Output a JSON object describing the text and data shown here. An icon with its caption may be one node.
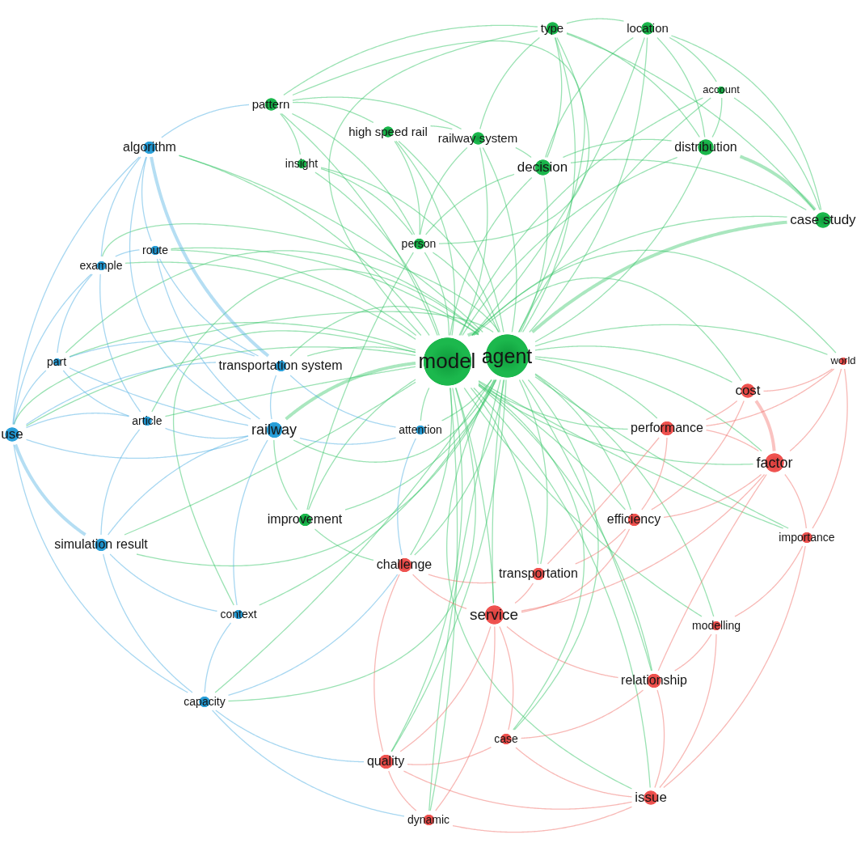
{
  "diagram": {
    "nodes": [
      {
        "text": [
          "type"
        ]
      },
      {
        "text": [
          "location"
        ]
      },
      {
        "text": [
          "account"
        ]
      },
      {
        "text": [
          "pattern"
        ]
      },
      {
        "text": [
          "high speed rail"
        ]
      },
      {
        "text": [
          "railway system"
        ]
      },
      {
        "text": [
          "algorithm"
        ]
      },
      {
        "text": [
          "distribution"
        ]
      },
      {
        "text": [
          "insight"
        ]
      },
      {
        "text": [
          "decision"
        ]
      },
      {
        "text": [
          "case study"
        ]
      },
      {
        "text": [
          "person"
        ]
      },
      {
        "text": [
          "route"
        ]
      },
      {
        "text": [
          "example"
        ]
      },
      {
        "text": [
          "world"
        ]
      },
      {
        "text": [
          "model"
        ]
      },
      {
        "text": [
          "agent"
        ]
      },
      {
        "text": [
          "part"
        ]
      },
      {
        "text": [
          "transportation system"
        ]
      },
      {
        "text": [
          "cost"
        ]
      },
      {
        "text": [
          "article"
        ]
      },
      {
        "text": [
          "railway"
        ]
      },
      {
        "text": [
          "attention"
        ]
      },
      {
        "text": [
          "performance"
        ]
      },
      {
        "text": [
          "use"
        ]
      },
      {
        "text": [
          "factor"
        ]
      },
      {
        "text": [
          "efficiency"
        ]
      },
      {
        "text": [
          "improvement"
        ]
      },
      {
        "text": [
          "importance"
        ]
      },
      {
        "text": [
          "simulation result"
        ]
      },
      {
        "text": [
          "challenge"
        ]
      },
      {
        "text": [
          "transportation"
        ]
      },
      {
        "text": [
          "context"
        ]
      },
      {
        "text": [
          "service"
        ]
      },
      {
        "text": [
          "modelling"
        ]
      },
      {
        "text": [
          "relationship"
        ]
      },
      {
        "text": [
          "capacity"
        ]
      },
      {
        "text": [
          "case"
        ]
      },
      {
        "text": [
          "quality"
        ]
      },
      {
        "text": [
          "issue"
        ]
      },
      {
        "text": [
          "dynamic"
        ]
      }
    ],
    "edges": [
      {
        "from": 15,
        "to": 16,
        "arrow": "none",
        "style": "thick"
      },
      {
        "from": 15,
        "to": 0,
        "arrow": "none"
      },
      {
        "from": 15,
        "to": 1,
        "arrow": "none"
      },
      {
        "from": 15,
        "to": 2,
        "arrow": "none"
      },
      {
        "from": 15,
        "to": 3,
        "arrow": "none"
      },
      {
        "from": 15,
        "to": 4,
        "arrow": "none"
      },
      {
        "from": 15,
        "to": 5,
        "arrow": "none"
      },
      {
        "from": 15,
        "to": 6,
        "arrow": "none"
      },
      {
        "from": 15,
        "to": 7,
        "arrow": "none"
      },
      {
        "from": 15,
        "to": 8,
        "arrow": "none"
      },
      {
        "from": 15,
        "to": 9,
        "arrow": "none"
      },
      {
        "from": 15,
        "to": 10,
        "arrow": "none"
      },
      {
        "from": 15,
        "to": 11,
        "arrow": "none"
      },
      {
        "from": 15,
        "to": 12,
        "arrow": "none"
      },
      {
        "from": 15,
        "to": 13,
        "arrow": "none"
      },
      {
        "from": 15,
        "to": 14,
        "arrow": "none"
      },
      {
        "from": 15,
        "to": 17,
        "arrow": "none"
      },
      {
        "from": 15,
        "to": 18,
        "arrow": "none"
      },
      {
        "from": 15,
        "to": 19,
        "arrow": "none"
      },
      {
        "from": 15,
        "to": 20,
        "arrow": "none"
      },
      {
        "from": 15,
        "to": 21,
        "arrow": "none",
        "style": "thick"
      },
      {
        "from": 15,
        "to": 22,
        "arrow": "none"
      },
      {
        "from": 15,
        "to": 23,
        "arrow": "none"
      },
      {
        "from": 15,
        "to": 24,
        "arrow": "none"
      },
      {
        "from": 15,
        "to": 25,
        "arrow": "none"
      },
      {
        "from": 15,
        "to": 26,
        "arrow": "none"
      },
      {
        "from": 15,
        "to": 27,
        "arrow": "none"
      },
      {
        "from": 15,
        "to": 28,
        "arrow": "none"
      },
      {
        "from": 15,
        "to": 29,
        "arrow": "none"
      },
      {
        "from": 15,
        "to": 30,
        "arrow": "none"
      },
      {
        "from": 15,
        "to": 31,
        "arrow": "none"
      },
      {
        "from": 15,
        "to": 32,
        "arrow": "none"
      },
      {
        "from": 15,
        "to": 33,
        "arrow": "none"
      },
      {
        "from": 15,
        "to": 34,
        "arrow": "none"
      },
      {
        "from": 15,
        "to": 35,
        "arrow": "none"
      },
      {
        "from": 15,
        "to": 36,
        "arrow": "none"
      },
      {
        "from": 15,
        "to": 37,
        "arrow": "none"
      },
      {
        "from": 15,
        "to": 38,
        "arrow": "none"
      },
      {
        "from": 15,
        "to": 39,
        "arrow": "none"
      },
      {
        "from": 15,
        "to": 40,
        "arrow": "none"
      },
      {
        "from": 16,
        "to": 0,
        "arrow": "none"
      },
      {
        "from": 16,
        "to": 1,
        "arrow": "none"
      },
      {
        "from": 16,
        "to": 2,
        "arrow": "none"
      },
      {
        "from": 16,
        "to": 3,
        "arrow": "none"
      },
      {
        "from": 16,
        "to": 4,
        "arrow": "none"
      },
      {
        "from": 16,
        "to": 5,
        "arrow": "none"
      },
      {
        "from": 16,
        "to": 6,
        "arrow": "none"
      },
      {
        "from": 16,
        "to": 7,
        "arrow": "none"
      },
      {
        "from": 16,
        "to": 8,
        "arrow": "none"
      },
      {
        "from": 16,
        "to": 9,
        "arrow": "none"
      },
      {
        "from": 16,
        "to": 10,
        "arrow": "none",
        "style": "thick"
      },
      {
        "from": 16,
        "to": 11,
        "arrow": "none"
      },
      {
        "from": 16,
        "to": 12,
        "arrow": "none"
      },
      {
        "from": 16,
        "to": 13,
        "arrow": "none"
      },
      {
        "from": 16,
        "to": 14,
        "arrow": "none"
      },
      {
        "from": 16,
        "to": 17,
        "arrow": "none"
      },
      {
        "from": 16,
        "to": 18,
        "arrow": "none"
      },
      {
        "from": 16,
        "to": 19,
        "arrow": "none"
      },
      {
        "from": 16,
        "to": 20,
        "arrow": "none"
      },
      {
        "from": 16,
        "to": 21,
        "arrow": "none"
      },
      {
        "from": 16,
        "to": 22,
        "arrow": "none"
      },
      {
        "from": 16,
        "to": 23,
        "arrow": "none"
      },
      {
        "from": 16,
        "to": 24,
        "arrow": "none"
      },
      {
        "from": 16,
        "to": 25,
        "arrow": "none"
      },
      {
        "from": 16,
        "to": 26,
        "arrow": "none"
      },
      {
        "from": 16,
        "to": 27,
        "arrow": "none"
      },
      {
        "from": 16,
        "to": 28,
        "arrow": "none"
      },
      {
        "from": 16,
        "to": 29,
        "arrow": "none"
      },
      {
        "from": 16,
        "to": 30,
        "arrow": "none"
      },
      {
        "from": 16,
        "to": 31,
        "arrow": "none"
      },
      {
        "from": 16,
        "to": 32,
        "arrow": "none"
      },
      {
        "from": 16,
        "to": 33,
        "arrow": "none"
      },
      {
        "from": 16,
        "to": 34,
        "arrow": "none"
      },
      {
        "from": 16,
        "to": 35,
        "arrow": "none"
      },
      {
        "from": 16,
        "to": 36,
        "arrow": "none"
      },
      {
        "from": 16,
        "to": 37,
        "arrow": "none"
      },
      {
        "from": 16,
        "to": 38,
        "arrow": "none"
      },
      {
        "from": 16,
        "to": 39,
        "arrow": "none"
      },
      {
        "from": 16,
        "to": 40,
        "arrow": "none"
      },
      {
        "from": 0,
        "to": 1,
        "arrow": "none"
      },
      {
        "from": 0,
        "to": 9,
        "arrow": "none"
      },
      {
        "from": 0,
        "to": 5,
        "arrow": "none"
      },
      {
        "from": 0,
        "to": 7,
        "arrow": "none"
      },
      {
        "from": 0,
        "to": 10,
        "arrow": "none"
      },
      {
        "from": 0,
        "to": 3,
        "arrow": "none"
      },
      {
        "from": 0,
        "to": 11,
        "arrow": "none"
      },
      {
        "from": 1,
        "to": 7,
        "arrow": "none"
      },
      {
        "from": 1,
        "to": 2,
        "arrow": "none"
      },
      {
        "from": 1,
        "to": 10,
        "arrow": "none"
      },
      {
        "from": 1,
        "to": 9,
        "arrow": "none"
      },
      {
        "from": 2,
        "to": 7,
        "arrow": "none"
      },
      {
        "from": 2,
        "to": 10,
        "arrow": "none"
      },
      {
        "from": 3,
        "to": 8,
        "arrow": "none"
      },
      {
        "from": 3,
        "to": 4,
        "arrow": "none"
      },
      {
        "from": 3,
        "to": 11,
        "arrow": "none"
      },
      {
        "from": 3,
        "to": 5,
        "arrow": "none"
      },
      {
        "from": 4,
        "to": 5,
        "arrow": "none"
      },
      {
        "from": 4,
        "to": 11,
        "arrow": "none"
      },
      {
        "from": 5,
        "to": 9,
        "arrow": "none"
      },
      {
        "from": 5,
        "to": 11,
        "arrow": "none"
      },
      {
        "from": 9,
        "to": 7,
        "arrow": "none"
      },
      {
        "from": 9,
        "to": 11,
        "arrow": "none"
      },
      {
        "from": 7,
        "to": 10,
        "arrow": "none",
        "style": "thick"
      },
      {
        "from": 8,
        "to": 11,
        "arrow": "none"
      },
      {
        "from": 9,
        "to": 10,
        "arrow": "none"
      },
      {
        "from": 27,
        "to": 11,
        "arrow": "none"
      },
      {
        "from": 27,
        "to": 21,
        "arrow": "none"
      },
      {
        "from": 27,
        "to": 30,
        "arrow": "none"
      },
      {
        "from": 6,
        "to": 12,
        "arrow": "none",
        "color": "#4fb0e3"
      },
      {
        "from": 6,
        "to": 13,
        "arrow": "none",
        "color": "#4fb0e3"
      },
      {
        "from": 6,
        "to": 18,
        "arrow": "none",
        "style": "thick",
        "color": "#4fb0e3"
      },
      {
        "from": 6,
        "to": 21,
        "arrow": "none",
        "color": "#4fb0e3"
      },
      {
        "from": 6,
        "to": 24,
        "arrow": "none",
        "color": "#4fb0e3"
      },
      {
        "from": 6,
        "to": 3,
        "arrow": "none",
        "color": "#4fb0e3"
      },
      {
        "from": 12,
        "to": 13,
        "arrow": "none",
        "color": "#4fb0e3"
      },
      {
        "from": 12,
        "to": 21,
        "arrow": "none",
        "color": "#4fb0e3"
      },
      {
        "from": 12,
        "to": 18,
        "arrow": "none",
        "color": "#4fb0e3"
      },
      {
        "from": 13,
        "to": 24,
        "arrow": "none",
        "color": "#4fb0e3"
      },
      {
        "from": 13,
        "to": 17,
        "arrow": "none",
        "color": "#4fb0e3"
      },
      {
        "from": 13,
        "to": 20,
        "arrow": "none",
        "color": "#4fb0e3"
      },
      {
        "from": 17,
        "to": 24,
        "arrow": "none",
        "color": "#4fb0e3"
      },
      {
        "from": 17,
        "to": 20,
        "arrow": "none",
        "color": "#4fb0e3"
      },
      {
        "from": 17,
        "to": 18,
        "arrow": "none",
        "color": "#4fb0e3"
      },
      {
        "from": 17,
        "to": 21,
        "arrow": "none",
        "color": "#4fb0e3"
      },
      {
        "from": 24,
        "to": 20,
        "arrow": "none",
        "color": "#4fb0e3"
      },
      {
        "from": 24,
        "to": 29,
        "arrow": "none",
        "style": "thick",
        "color": "#4fb0e3"
      },
      {
        "from": 24,
        "to": 21,
        "arrow": "none",
        "color": "#4fb0e3"
      },
      {
        "from": 24,
        "to": 36,
        "arrow": "none",
        "color": "#4fb0e3"
      },
      {
        "from": 24,
        "to": 18,
        "arrow": "none",
        "color": "#4fb0e3"
      },
      {
        "from": 20,
        "to": 21,
        "arrow": "none",
        "color": "#4fb0e3"
      },
      {
        "from": 20,
        "to": 29,
        "arrow": "none",
        "color": "#4fb0e3"
      },
      {
        "from": 18,
        "to": 21,
        "arrow": "none",
        "color": "#4fb0e3"
      },
      {
        "from": 18,
        "to": 22,
        "arrow": "none",
        "color": "#4fb0e3"
      },
      {
        "from": 21,
        "to": 22,
        "arrow": "none",
        "color": "#4fb0e3"
      },
      {
        "from": 21,
        "to": 29,
        "arrow": "none",
        "color": "#4fb0e3"
      },
      {
        "from": 21,
        "to": 32,
        "arrow": "none",
        "color": "#4fb0e3"
      },
      {
        "from": 29,
        "to": 32,
        "arrow": "none",
        "color": "#4fb0e3"
      },
      {
        "from": 29,
        "to": 36,
        "arrow": "none",
        "color": "#4fb0e3"
      },
      {
        "from": 32,
        "to": 36,
        "arrow": "none",
        "color": "#4fb0e3"
      },
      {
        "from": 36,
        "to": 30,
        "arrow": "none",
        "color": "#4fb0e3"
      },
      {
        "from": 36,
        "to": 40,
        "arrow": "none",
        "color": "#4fb0e3"
      },
      {
        "from": 36,
        "to": 38,
        "arrow": "none",
        "color": "#4fb0e3"
      },
      {
        "from": 22,
        "to": 30,
        "arrow": "none",
        "color": "#4fb0e3"
      },
      {
        "from": 14,
        "to": 19,
        "arrow": "none",
        "color": "#f2716c"
      },
      {
        "from": 14,
        "to": 25,
        "arrow": "none",
        "color": "#f2716c"
      },
      {
        "from": 14,
        "to": 28,
        "arrow": "none",
        "color": "#f2716c"
      },
      {
        "from": 14,
        "to": 23,
        "arrow": "none",
        "color": "#f2716c"
      },
      {
        "from": 19,
        "to": 23,
        "arrow": "none",
        "color": "#f2716c"
      },
      {
        "from": 19,
        "to": 25,
        "arrow": "none",
        "style": "thick",
        "color": "#f2716c"
      },
      {
        "from": 19,
        "to": 26,
        "arrow": "none",
        "color": "#f2716c"
      },
      {
        "from": 23,
        "to": 25,
        "arrow": "none",
        "color": "#f2716c"
      },
      {
        "from": 23,
        "to": 26,
        "arrow": "none",
        "color": "#f2716c"
      },
      {
        "from": 23,
        "to": 31,
        "arrow": "none",
        "color": "#f2716c"
      },
      {
        "from": 25,
        "to": 28,
        "arrow": "none",
        "color": "#f2716c"
      },
      {
        "from": 25,
        "to": 26,
        "arrow": "none",
        "color": "#f2716c"
      },
      {
        "from": 25,
        "to": 35,
        "arrow": "none",
        "color": "#f2716c"
      },
      {
        "from": 25,
        "to": 33,
        "arrow": "none",
        "color": "#f2716c"
      },
      {
        "from": 26,
        "to": 33,
        "arrow": "none",
        "color": "#f2716c"
      },
      {
        "from": 26,
        "to": 31,
        "arrow": "none",
        "color": "#f2716c"
      },
      {
        "from": 28,
        "to": 39,
        "arrow": "none",
        "color": "#f2716c"
      },
      {
        "from": 28,
        "to": 34,
        "arrow": "none",
        "color": "#f2716c"
      },
      {
        "from": 30,
        "to": 33,
        "arrow": "none",
        "color": "#f2716c"
      },
      {
        "from": 30,
        "to": 31,
        "arrow": "none",
        "color": "#f2716c"
      },
      {
        "from": 30,
        "to": 38,
        "arrow": "none",
        "color": "#f2716c"
      },
      {
        "from": 31,
        "to": 33,
        "arrow": "none",
        "color": "#f2716c"
      },
      {
        "from": 33,
        "to": 37,
        "arrow": "none",
        "color": "#f2716c"
      },
      {
        "from": 33,
        "to": 38,
        "arrow": "none",
        "color": "#f2716c"
      },
      {
        "from": 33,
        "to": 35,
        "arrow": "none",
        "color": "#f2716c"
      },
      {
        "from": 33,
        "to": 40,
        "arrow": "none",
        "color": "#f2716c"
      },
      {
        "from": 34,
        "to": 35,
        "arrow": "none",
        "color": "#f2716c"
      },
      {
        "from": 34,
        "to": 39,
        "arrow": "none",
        "color": "#f2716c"
      },
      {
        "from": 35,
        "to": 39,
        "arrow": "none",
        "color": "#f2716c"
      },
      {
        "from": 35,
        "to": 37,
        "arrow": "none",
        "color": "#f2716c"
      },
      {
        "from": 37,
        "to": 39,
        "arrow": "none",
        "color": "#f2716c"
      },
      {
        "from": 37,
        "to": 38,
        "arrow": "none",
        "color": "#f2716c"
      },
      {
        "from": 38,
        "to": 40,
        "arrow": "none",
        "color": "#f2716c"
      },
      {
        "from": 40,
        "to": 39,
        "arrow": "none",
        "color": "#f2716c"
      },
      {
        "from": 38,
        "to": 39,
        "arrow": "none",
        "color": "#f2716c"
      }
    ]
  }
}
